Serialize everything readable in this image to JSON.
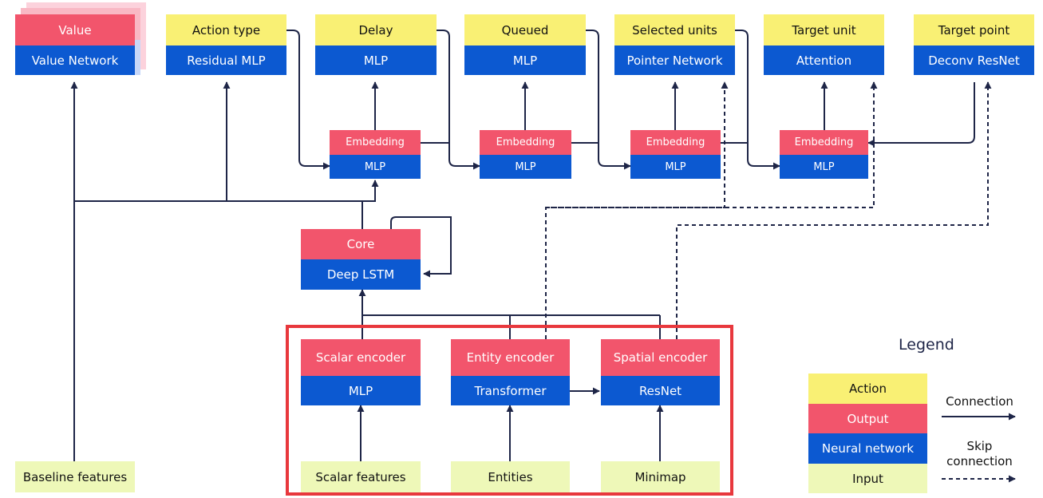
{
  "outputs": {
    "value": {
      "head": "Value",
      "net": "Value Network"
    },
    "action_type": {
      "head": "Action type",
      "net": "Residual MLP"
    },
    "delay": {
      "head": "Delay",
      "net": "MLP"
    },
    "queued": {
      "head": "Queued",
      "net": "MLP"
    },
    "selected_units": {
      "head": "Selected units",
      "net": "Pointer Network"
    },
    "target_unit": {
      "head": "Target unit",
      "net": "Attention"
    },
    "target_point": {
      "head": "Target point",
      "net": "Deconv ResNet"
    }
  },
  "embeddings": [
    {
      "head": "Embedding",
      "net": "MLP"
    },
    {
      "head": "Embedding",
      "net": "MLP"
    },
    {
      "head": "Embedding",
      "net": "MLP"
    },
    {
      "head": "Embedding",
      "net": "MLP"
    }
  ],
  "core": {
    "head": "Core",
    "net": "Deep LSTM"
  },
  "encoders": {
    "scalar": {
      "head": "Scalar encoder",
      "net": "MLP",
      "input": "Scalar features"
    },
    "entity": {
      "head": "Entity encoder",
      "net": "Transformer",
      "input": "Entities"
    },
    "spatial": {
      "head": "Spatial encoder",
      "net": "ResNet",
      "input": "Minimap"
    }
  },
  "baseline": "Baseline features",
  "legend": {
    "title": "Legend",
    "action": "Action",
    "output": "Output",
    "neural_network": "Neural network",
    "input": "Input",
    "connection": "Connection",
    "skip_line1": "Skip",
    "skip_line2": "connection"
  },
  "colors": {
    "action": "#f9f074",
    "output": "#f2556c",
    "neural_network": "#0c59d1",
    "input": "#eef8b8",
    "wire": "#1e2547",
    "highlight": "#e8383d"
  }
}
